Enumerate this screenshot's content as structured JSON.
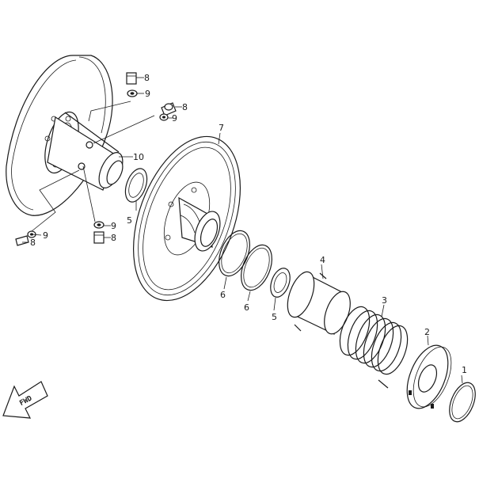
{
  "labels": {
    "l1": "1",
    "l2": "2",
    "l3": "3",
    "l4": "4",
    "l5a": "5",
    "l5b": "5",
    "l6a": "6",
    "l6b": "6",
    "l7": "7",
    "l8a": "8",
    "l8b": "8",
    "l8c": "8",
    "l8d": "8",
    "l9a": "9",
    "l9b": "9",
    "l9c": "9",
    "l9d": "9",
    "l10": "10"
  },
  "direction_badge": "FWD",
  "colors": {
    "line": "#1a1a1a",
    "background": "#ffffff"
  }
}
